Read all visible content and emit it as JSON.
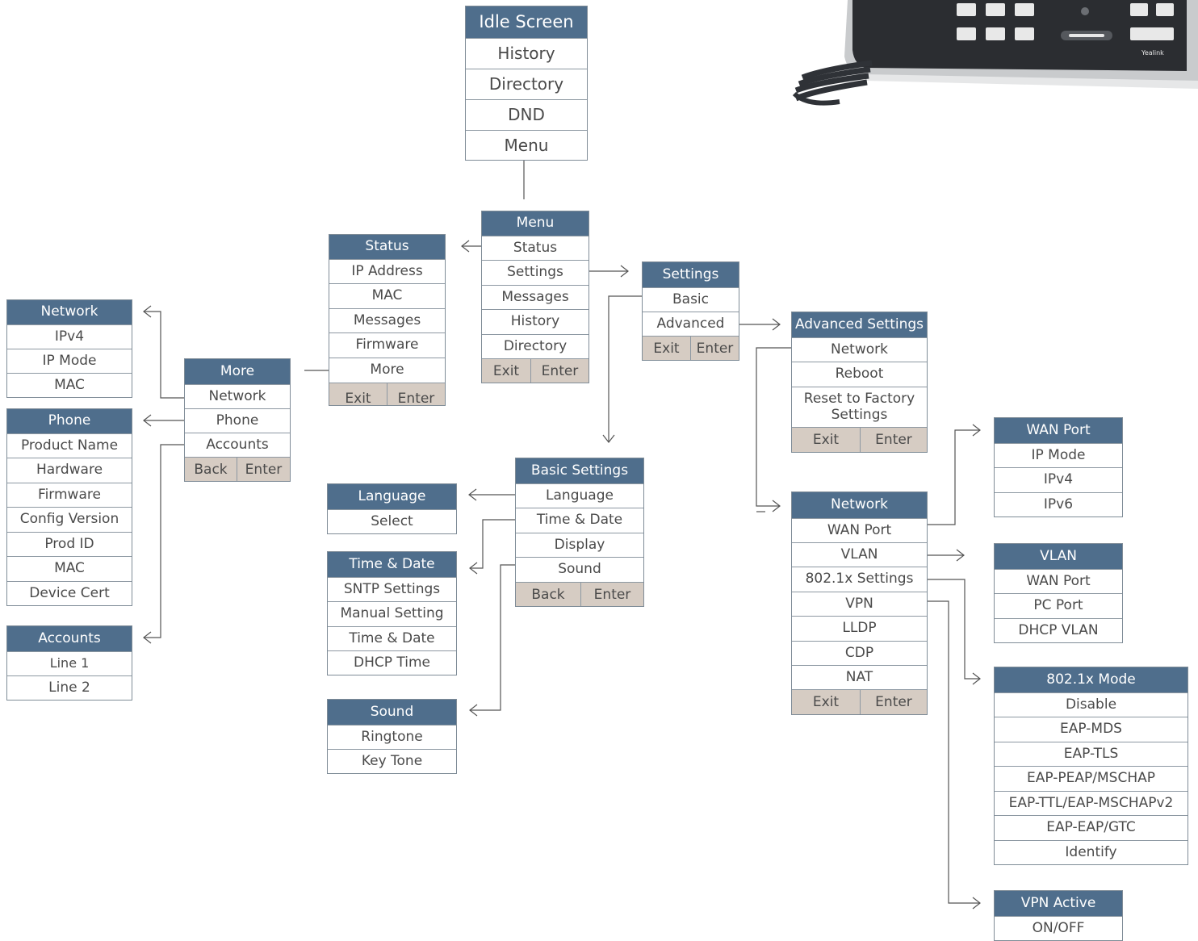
{
  "colors": {
    "header_bg": "#4f6e8c",
    "header_text": "#ffffff",
    "button_bg": "#d6ccc3",
    "border": "#8d98a2",
    "text": "#4a4a4a",
    "connector": "#555555"
  },
  "idle": {
    "header": "Idle Screen",
    "items": [
      "History",
      "Directory",
      "DND",
      "Menu"
    ]
  },
  "menu": {
    "header": "Menu",
    "items": [
      "Status",
      "Settings",
      "Messages",
      "History",
      "Directory"
    ],
    "buttons": [
      "Exit",
      "Enter"
    ]
  },
  "status": {
    "header": "Status",
    "items": [
      "IP Address",
      "MAC",
      "Messages",
      "Firmware",
      "More"
    ],
    "buttons": [
      "Exit",
      "Enter"
    ]
  },
  "more": {
    "header": "More",
    "items": [
      "Network",
      "Phone",
      "Accounts"
    ],
    "buttons": [
      "Back",
      "Enter"
    ]
  },
  "network_status": {
    "header": "Network",
    "items": [
      "IPv4",
      "IP Mode",
      "MAC"
    ]
  },
  "phone_info": {
    "header": "Phone",
    "items": [
      "Product Name",
      "Hardware",
      "Firmware",
      "Config Version",
      "Prod ID",
      "MAC",
      "Device Cert"
    ]
  },
  "accounts": {
    "header": "Accounts",
    "items": [
      "Line 1",
      "Line 2"
    ]
  },
  "settings": {
    "header": "Settings",
    "items": [
      "Basic",
      "Advanced"
    ],
    "buttons": [
      "Exit",
      "Enter"
    ]
  },
  "basic_settings": {
    "header": "Basic Settings",
    "items": [
      "Language",
      "Time & Date",
      "Display",
      "Sound"
    ],
    "buttons": [
      "Back",
      "Enter"
    ]
  },
  "language": {
    "header": "Language",
    "items": [
      "Select"
    ]
  },
  "time_date": {
    "header": "Time & Date",
    "items": [
      "SNTP Settings",
      "Manual Setting",
      "Time & Date",
      "DHCP Time"
    ]
  },
  "sound": {
    "header": "Sound",
    "items": [
      "Ringtone",
      "Key Tone"
    ]
  },
  "advanced_settings": {
    "header": "Advanced Settings",
    "items": [
      "Network",
      "Reboot",
      "Reset to Factory Settings"
    ],
    "buttons": [
      "Exit",
      "Enter"
    ]
  },
  "network_adv": {
    "header": "Network",
    "items": [
      "WAN Port",
      "VLAN",
      "802.1x Settings",
      "VPN",
      "LLDP",
      "CDP",
      "NAT"
    ],
    "buttons": [
      "Exit",
      "Enter"
    ]
  },
  "wan_port": {
    "header": "WAN Port",
    "items": [
      "IP Mode",
      "IPv4",
      "IPv6"
    ]
  },
  "vlan": {
    "header": "VLAN",
    "items": [
      "WAN Port",
      "PC Port",
      "DHCP VLAN"
    ]
  },
  "dot1x_mode": {
    "header": "802.1x Mode",
    "items": [
      "Disable",
      "EAP-MDS",
      "EAP-TLS",
      "EAP-PEAP/MSCHAP",
      "EAP-TTL/EAP-MSCHAPv2",
      "EAP-EAP/GTC",
      "Identify"
    ]
  },
  "vpn_active": {
    "header": "VPN Active",
    "items": [
      "ON/OFF"
    ]
  },
  "phone_photo": {
    "logo": "Yealink"
  }
}
